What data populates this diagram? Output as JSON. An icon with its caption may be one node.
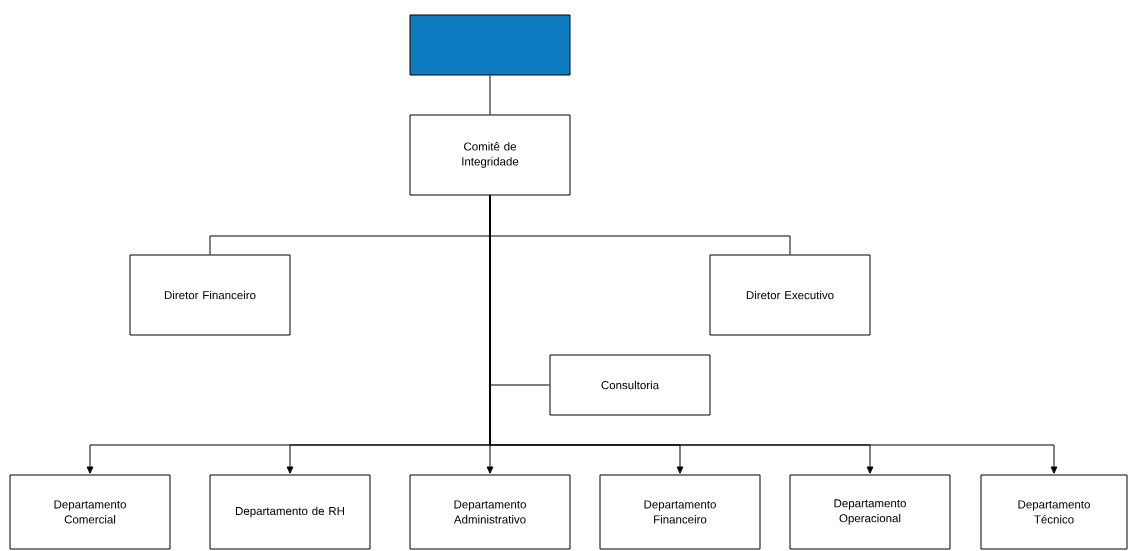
{
  "diagram": {
    "nodes": [
      {
        "text": [],
        "shape": "box"
      },
      {
        "text": [
          "Comitê de Integridade"
        ]
      },
      {
        "text": [
          "Diretor Financeiro"
        ]
      },
      {
        "text": [
          "Diretor Executivo"
        ]
      },
      {
        "text": [
          "Consultoria"
        ]
      },
      {
        "text": [
          "Departamento Comercial"
        ]
      },
      {
        "text": [
          "Departamento de RH"
        ]
      },
      {
        "text": [
          "Departamento Administrativo"
        ]
      },
      {
        "text": [
          "Departamento Financeiro"
        ]
      },
      {
        "text": [
          "Departamento Operacional"
        ]
      },
      {
        "text": [
          "Departamento Técnico"
        ]
      }
    ],
    "edges": [
      {
        "from": 0,
        "to": 1,
        "arrow": "none"
      },
      {
        "from": 1,
        "to": 2,
        "arrow": "none"
      },
      {
        "from": 1,
        "to": 3,
        "arrow": "none"
      },
      {
        "from": 1,
        "to": 4,
        "arrow": "none"
      },
      {
        "from": 1,
        "to": 5,
        "arrow": "to"
      },
      {
        "from": 1,
        "to": 6,
        "arrow": "to"
      },
      {
        "from": 1,
        "to": 7,
        "arrow": "to"
      },
      {
        "from": 1,
        "to": 8,
        "arrow": "to"
      },
      {
        "from": 1,
        "to": 9,
        "arrow": "to"
      },
      {
        "from": 1,
        "to": 10,
        "arrow": "to"
      }
    ]
  }
}
